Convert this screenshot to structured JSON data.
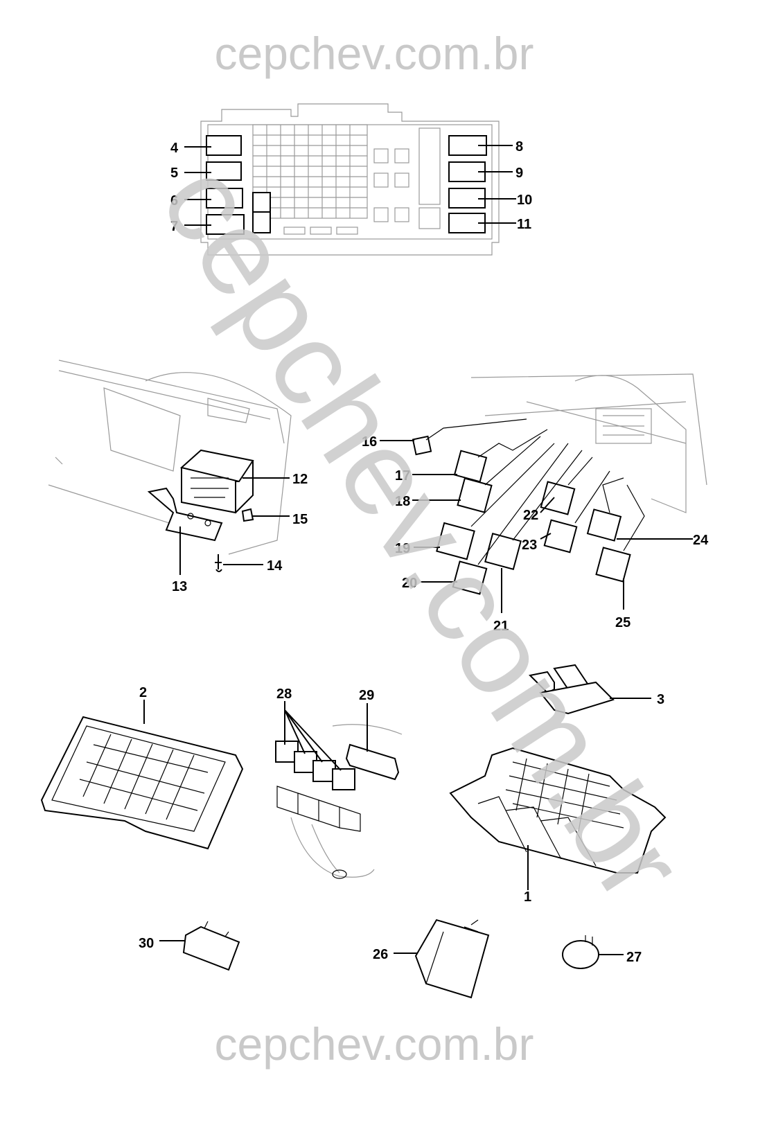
{
  "watermark": {
    "top": "cepchev.com.br",
    "diagonal": "cepchev.com.br",
    "bottom": "cepchev.com.br"
  },
  "callouts": {
    "c1": "1",
    "c2": "2",
    "c3": "3",
    "c4": "4",
    "c5": "5",
    "c6": "6",
    "c7": "7",
    "c8": "8",
    "c9": "9",
    "c10": "10",
    "c11": "11",
    "c12": "12",
    "c13": "13",
    "c14": "14",
    "c15": "15",
    "c16": "16",
    "c17": "17",
    "c18": "18",
    "c19": "19",
    "c20": "20",
    "c21": "21",
    "c22": "22",
    "c23": "23",
    "c24": "24",
    "c25": "25",
    "c26": "26",
    "c27": "27",
    "c28": "28",
    "c29": "29",
    "c30": "30"
  }
}
